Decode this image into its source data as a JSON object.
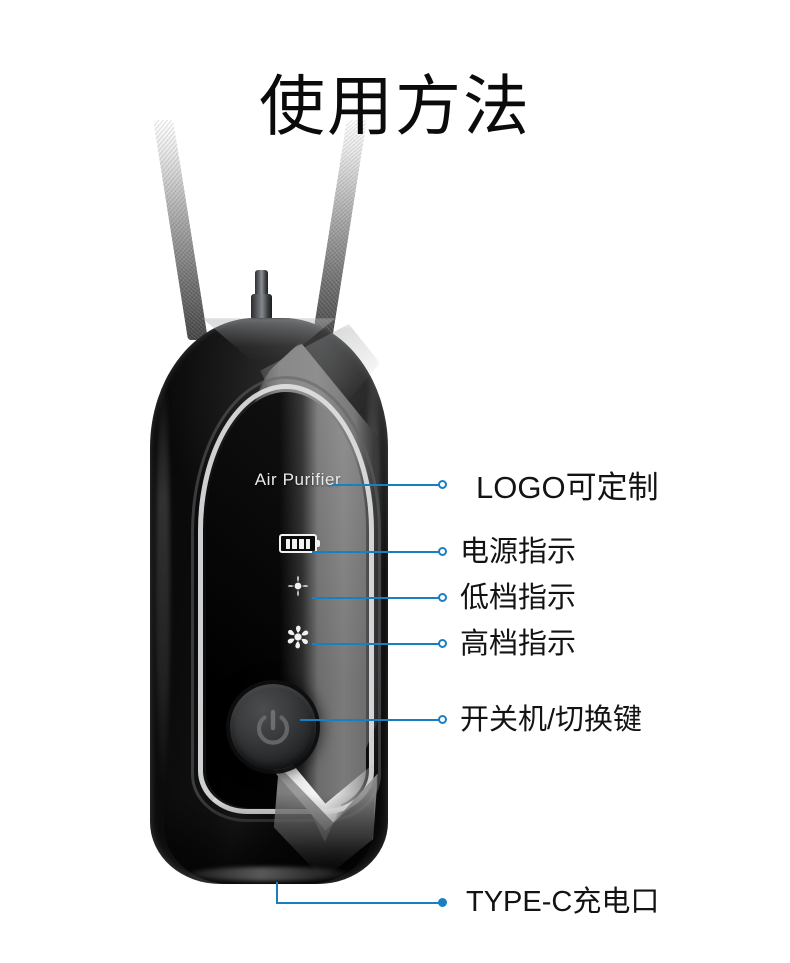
{
  "page": {
    "title": "使用方法",
    "background_color": "#ffffff",
    "accent_color": "#1a7fc1"
  },
  "device": {
    "name": "portable-neck-air-purifier",
    "brand_text": "Air Purifier",
    "body_color": "#0a0a0a",
    "panel_color": "#8b8b8b",
    "indicators": [
      {
        "icon": "battery-icon",
        "meaning": "电源指示"
      },
      {
        "icon": "fan-low-icon",
        "meaning": "低档指示"
      },
      {
        "icon": "fan-high-icon",
        "meaning": "高档指示"
      }
    ],
    "power_button": {
      "icon": "power-icon",
      "meaning": "开关机/切换键"
    }
  },
  "callouts": [
    {
      "id": "logo",
      "label": "LOGO可定制",
      "marker": "hollow"
    },
    {
      "id": "power-led",
      "label": "电源指示",
      "marker": "hollow"
    },
    {
      "id": "low-speed",
      "label": "低档指示",
      "marker": "hollow"
    },
    {
      "id": "high-speed",
      "label": "高档指示",
      "marker": "hollow"
    },
    {
      "id": "switch",
      "label": "开关机/切换键",
      "marker": "hollow"
    },
    {
      "id": "charging",
      "label": "TYPE-C充电口",
      "marker": "filled"
    }
  ]
}
